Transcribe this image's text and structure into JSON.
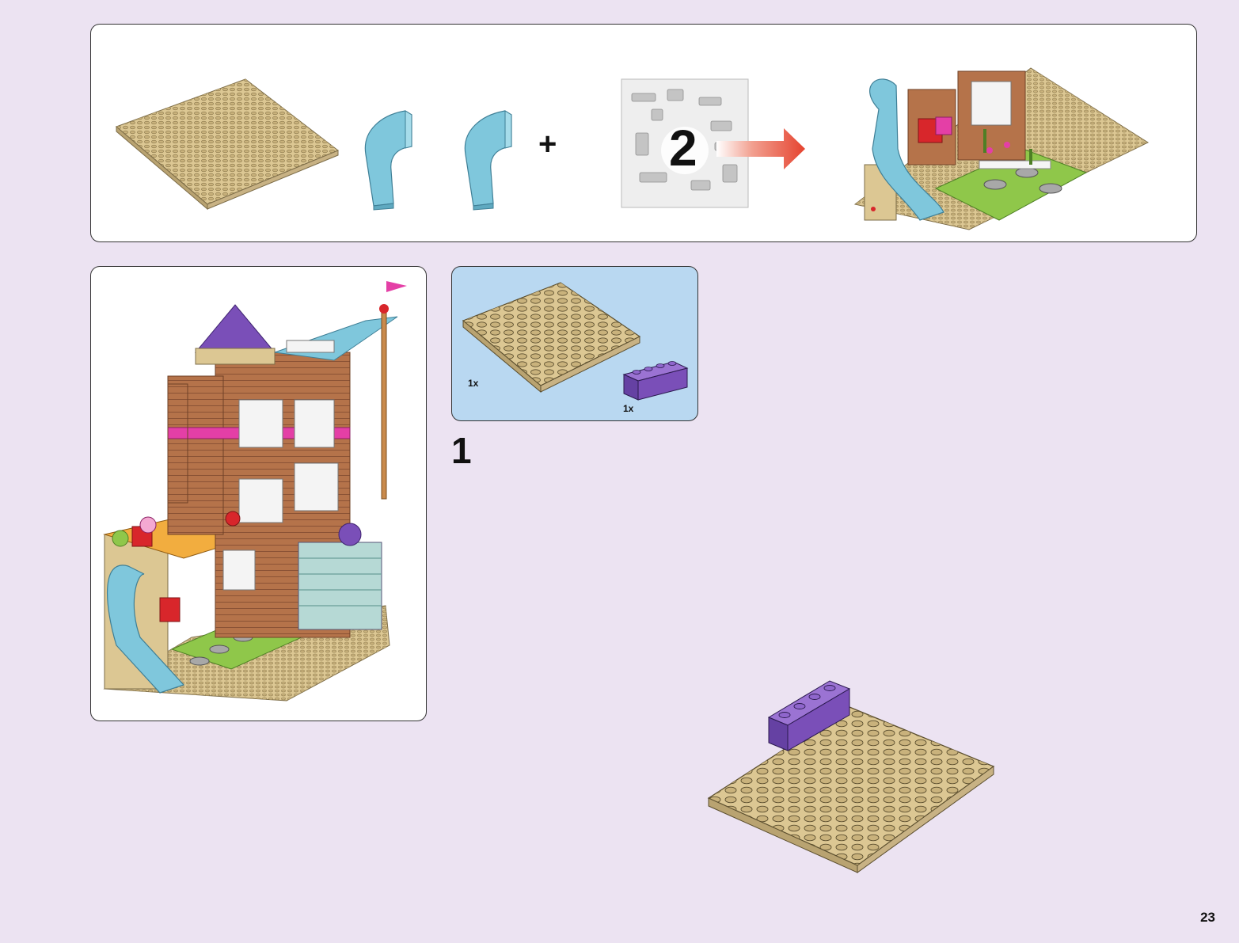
{
  "page": {
    "number": "23"
  },
  "intro": {
    "plus": "+",
    "bag_number": "2"
  },
  "parts_callout": {
    "items": [
      {
        "name": "tan-8x8-plate",
        "qty": "1x"
      },
      {
        "name": "purple-1x4-brick",
        "qty": "1x"
      }
    ]
  },
  "step": {
    "number": "1"
  },
  "colors": {
    "background": "#ece3f2",
    "tan": "#dcc793",
    "tan_dark": "#b9a371",
    "medium_azure": "#7fc7dc",
    "purple": "#7a4fb8",
    "parts_panel": "#b9d8f1",
    "arrow_red": "#e5432f",
    "brick_brown": "#b5734a",
    "magenta": "#e43fa6",
    "bright_green": "#8fc74a"
  }
}
